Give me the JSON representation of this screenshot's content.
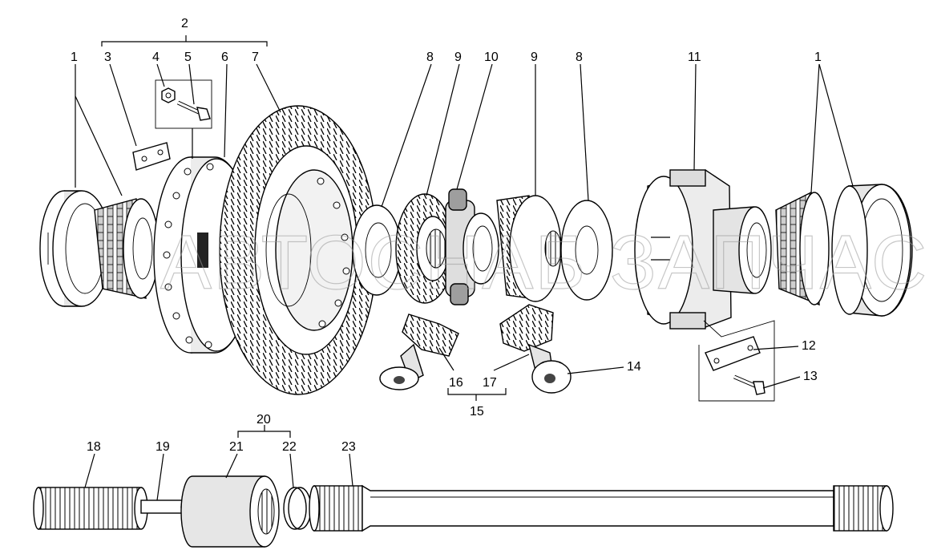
{
  "watermark": "АВТОСНАБ ЗАПЧАСТЬ",
  "callouts": {
    "c1a": "1",
    "c1b": "1",
    "c2": "2",
    "c3": "3",
    "c4": "4",
    "c5": "5",
    "c6": "6",
    "c7": "7",
    "c8a": "8",
    "c8b": "8",
    "c9a": "9",
    "c9b": "9",
    "c10": "10",
    "c11": "11",
    "c12": "12",
    "c13": "13",
    "c14": "14",
    "c15": "15",
    "c16": "16",
    "c17": "17",
    "c18": "18",
    "c19": "19",
    "c20": "20",
    "c21": "21",
    "c22": "22",
    "c23": "23"
  },
  "colors": {
    "line": "#000000",
    "fill": "#ffffff",
    "shade": "#d9d9d9",
    "dark": "#3a3a3a"
  }
}
